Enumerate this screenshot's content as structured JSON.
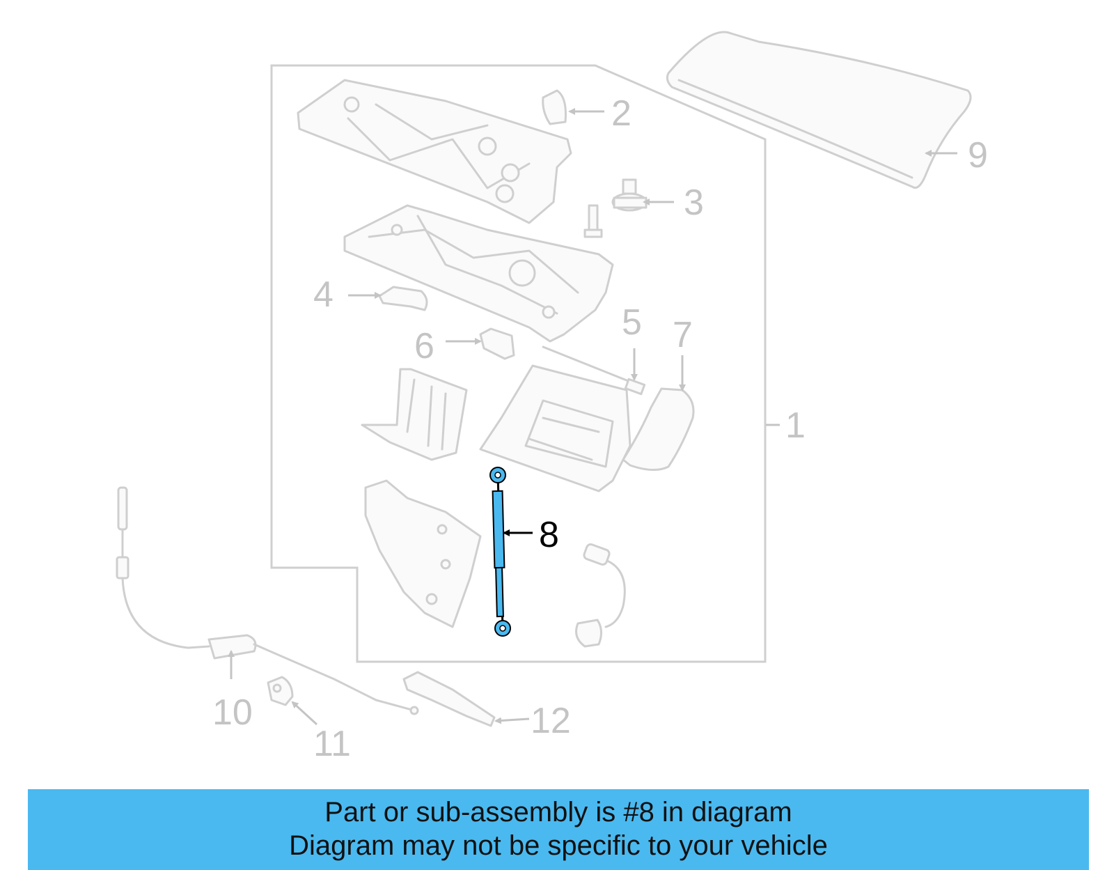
{
  "diagram": {
    "callouts": [
      "1",
      "2",
      "3",
      "4",
      "5",
      "6",
      "7",
      "8",
      "9",
      "10",
      "11",
      "12"
    ],
    "highlighted_part": "8",
    "highlight_color": "#4ab9f0",
    "line_color": "#cfcfcf"
  },
  "banner": {
    "line1": "Part or sub-assembly is #8 in diagram",
    "line2": "Diagram may not be specific to your vehicle",
    "background": "#4ab9f0"
  }
}
